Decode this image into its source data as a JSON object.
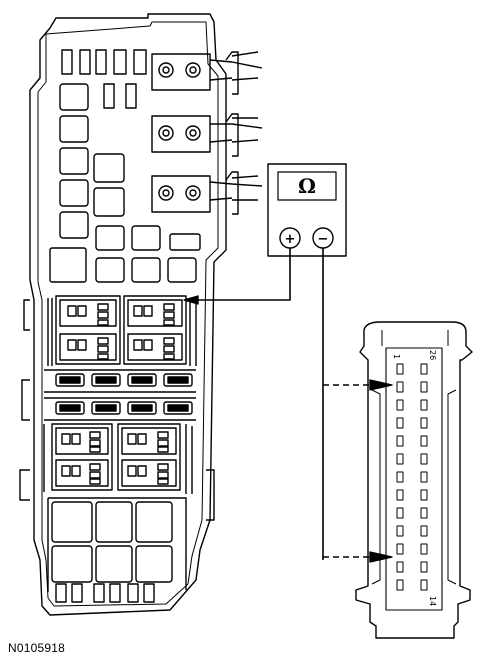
{
  "figure_id": "N0105918",
  "meter": {
    "display_symbol": "Ω",
    "positive_label": "+",
    "negative_label": "−"
  },
  "connector": {
    "pin_label_top_left": "1",
    "pin_label_top_right": "26",
    "pin_label_bottom_right": "14"
  }
}
